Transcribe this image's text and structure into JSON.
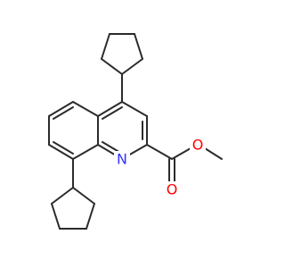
{
  "molecule": {
    "atoms": {
      "nitrogen": {
        "symbol": "N",
        "color": "#3333ff"
      },
      "carbonyl_oxygen": {
        "symbol": "O",
        "color": "#ff0000"
      },
      "ester_oxygen": {
        "symbol": "O",
        "color": "#ff0000"
      }
    },
    "bond_color": "#2b2b2b"
  }
}
